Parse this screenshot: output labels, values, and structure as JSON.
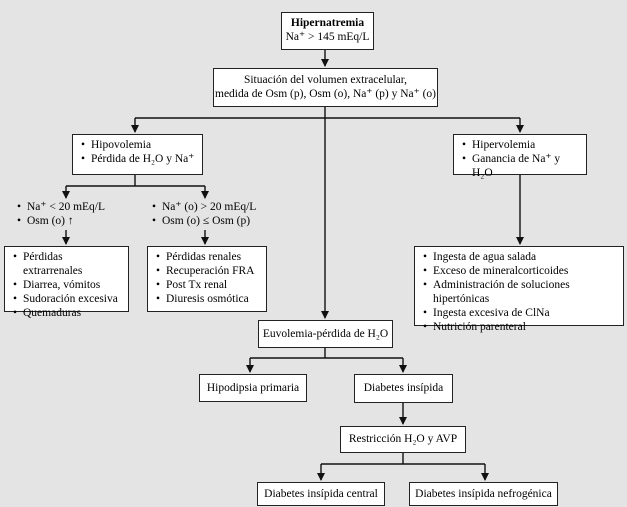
{
  "root": {
    "title": "Hipernatremia",
    "criterion": "Na⁺ > 145 mEq/L"
  },
  "volume_assessment": {
    "line1": "Situación del volumen extracelular,",
    "line2": "medida de Osm (p), Osm (o), Na⁺ (p) y Na⁺ (o)"
  },
  "hypovolemia": {
    "items": [
      "Hipovolemia",
      "Pérdida de H₂O y Na⁺"
    ],
    "low_urine_na": {
      "criteria": [
        "Na⁺ < 20 mEq/L",
        "Osm (o) ↑"
      ],
      "causes": [
        "Pérdidas extrarrenales",
        "Diarrea, vómitos",
        "Sudoración excesiva",
        "Quemaduras"
      ]
    },
    "high_urine_na": {
      "criteria": [
        "Na⁺ (o) > 20 mEq/L",
        "Osm (o) ≤ Osm (p)"
      ],
      "causes": [
        "Pérdidas renales",
        "Recuperación FRA",
        "Post Tx renal",
        "Diuresis osmótica"
      ]
    }
  },
  "hypervolemia": {
    "items": [
      "Hipervolemia",
      "Ganancia de Na⁺ y H₂O"
    ],
    "causes": [
      "Ingesta de agua salada",
      "Exceso de mineralcorticoides",
      "Administración de soluciones hipertónicas",
      "Ingesta excesiva de ClNa",
      "Nutrición parenteral"
    ]
  },
  "euvolemia": {
    "label": "Euvolemia-pérdida de H₂O",
    "primary_hypodipsia": "Hipodipsia primaria",
    "diabetes_insipidus": "Diabetes insípida",
    "restriction": "Restricción H₂O y AVP",
    "central": "Diabetes insípida central",
    "nephrogenic": "Diabetes insípida nefrogénica"
  }
}
